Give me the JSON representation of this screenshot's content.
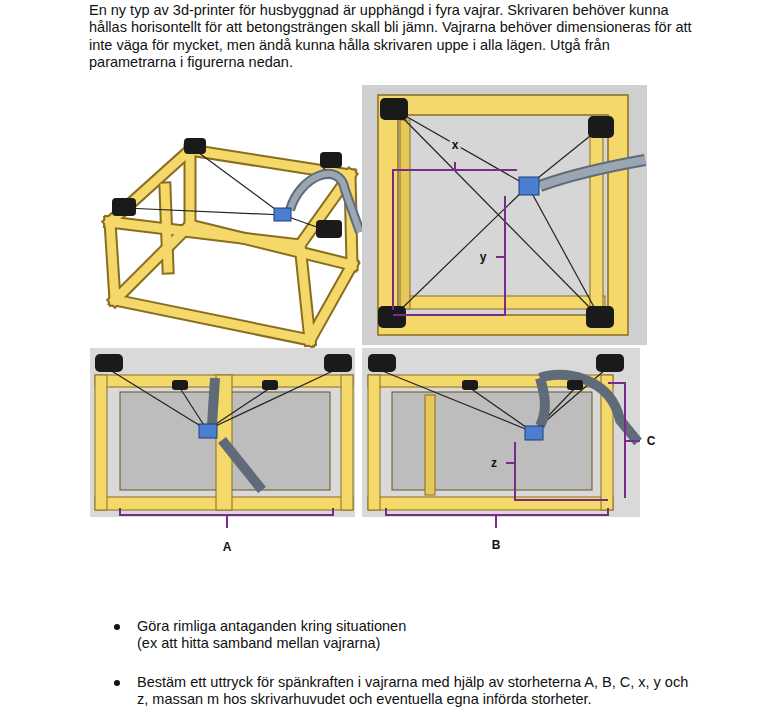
{
  "diagram": {
    "labels": [
      "En ny typ av 3d-printer för husbyggnad är upphängd i fyra vajrar. Skrivaren behöver kunna hållas horisontellt för att betongsträngen skall bli jämn. Vajrarna behöver dimensioneras för att inte väga för mycket, men ändå kunna hålla skrivaren uppe i alla lägen. Utgå från parametrarna i figurerna nedan.",
      "x",
      "y",
      "A",
      "z",
      "B",
      "C",
      "Göra rimliga antaganden kring situationen (ex att hitta samband mellan vajrarna)",
      "Bestäm ett uttryck för spänkraften i vajrarna med hjälp av storheterna A, B, C, x, y och z, massan m hos skrivarhuvudet och eventuella egna införda storheter."
    ]
  }
}
